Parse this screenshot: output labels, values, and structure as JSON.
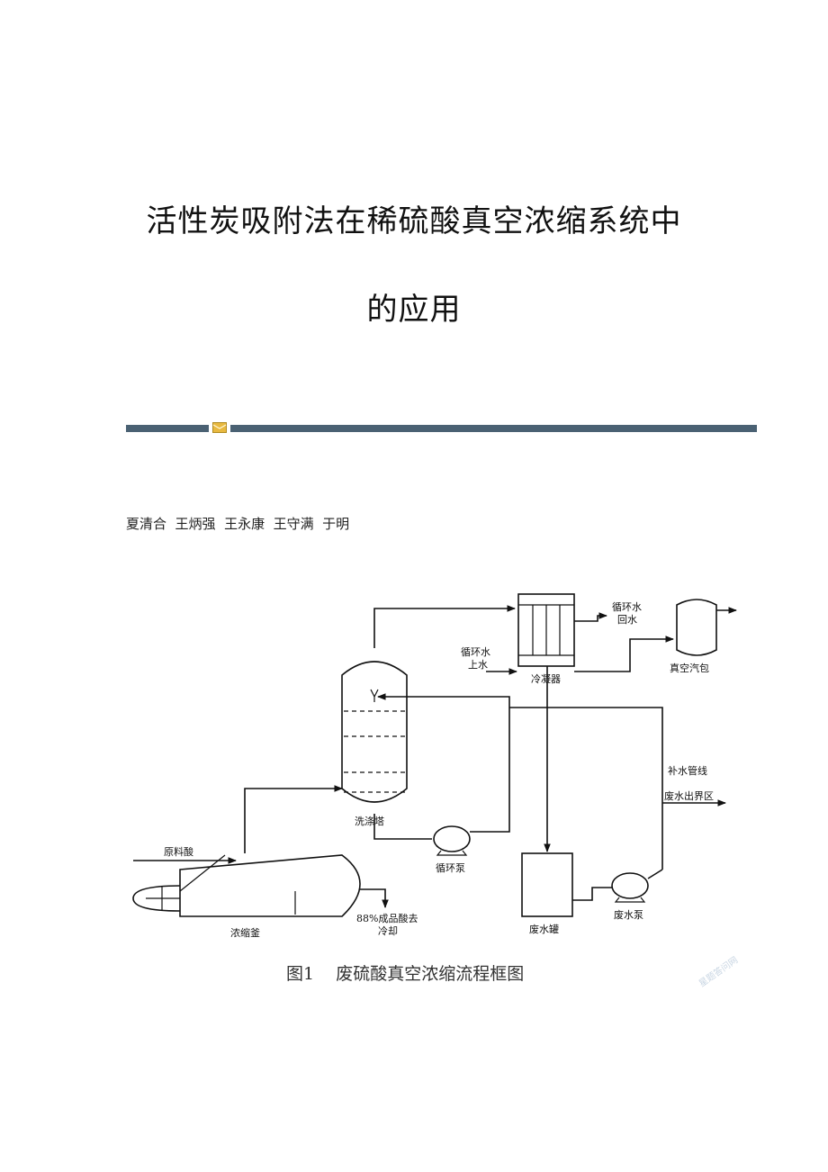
{
  "title": {
    "line1": "活性炭吸附法在稀硫酸真空浓缩系统中",
    "line2": "的应用"
  },
  "authors": "夏清合  王炳强  王永康  王守满  于明",
  "figure": {
    "labels": {
      "raw_acid": "原料酸",
      "concentrator": "浓缩釜",
      "product_line1": "88%成品酸去",
      "product_line2": "冷却",
      "scrubber": "洗涤塔",
      "circ_pump": "循环泵",
      "condenser": "冷凝器",
      "circ_return_line1": "循环水",
      "circ_return_line2": "回水",
      "circ_supply_line1": "循环水",
      "circ_supply_line2": "上水",
      "vacuum_drum": "真空汽包",
      "makeup_line": "补水管线",
      "wastewater_out": "废水出界区",
      "waste_tank": "废水罐",
      "waste_pump": "废水泵"
    },
    "caption": "图1    废硫酸真空浓缩流程框图",
    "watermark": "星题答问网"
  },
  "colors": {
    "rule": "#4a6173",
    "rule_mark": "#e8b940"
  }
}
